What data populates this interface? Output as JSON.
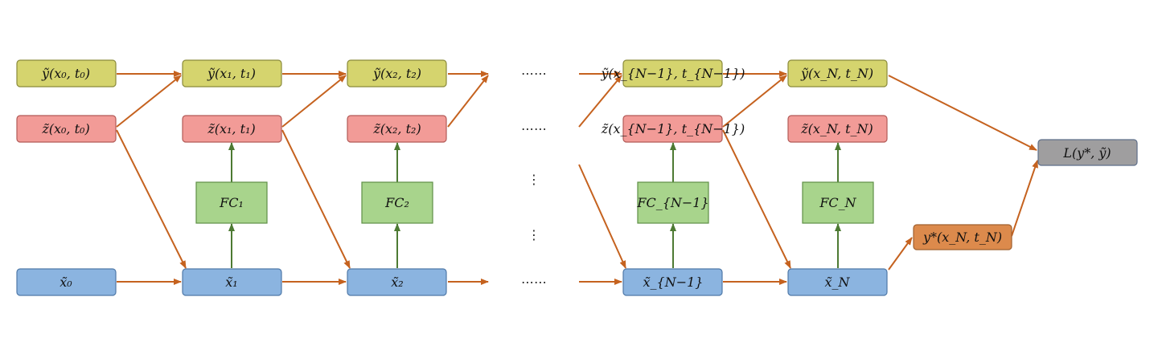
{
  "colors": {
    "y_fill": "#d5d46e",
    "y_stroke": "#8a8a3a",
    "z_fill": "#f29b97",
    "z_stroke": "#b25a57",
    "x_fill": "#8bb4e0",
    "x_stroke": "#4f79a8",
    "fc_fill": "#a8d48c",
    "fc_stroke": "#5e8f45",
    "ystar_fill": "#dc8a4c",
    "ystar_stroke": "#a0602e",
    "loss_fill": "#9f9e9f",
    "loss_stroke": "#5e6f8a",
    "arrow_orange": "#c5621f",
    "arrow_green": "#4d7a33"
  },
  "labels": {
    "y0": "ỹ(x₀, t₀)",
    "y1": "ỹ(x₁, t₁)",
    "y2": "ỹ(x₂, t₂)",
    "yN1": "ỹ(x_{N−1}, t_{N−1})",
    "yN": "ỹ(x_N, t_N)",
    "z0": "z̃(x₀, t₀)",
    "z1": "z̃(x₁, t₁)",
    "z2": "z̃(x₂, t₂)",
    "zN1": "z̃(x_{N−1}, t_{N−1})",
    "zN": "z̃(x_N, t_N)",
    "x0": "x̃₀",
    "x1": "x̃₁",
    "x2": "x̃₂",
    "xN1": "x̃_{N−1}",
    "xN": "x̃_N",
    "fc1": "FC₁",
    "fc2": "FC₂",
    "fcN1": "FC_{N−1}",
    "fcN": "FC_N",
    "ystar": "y*(x_N, t_N)",
    "loss": "L(y*, ỹ)",
    "hdots": "⋯⋯",
    "vdots": "⋮"
  }
}
